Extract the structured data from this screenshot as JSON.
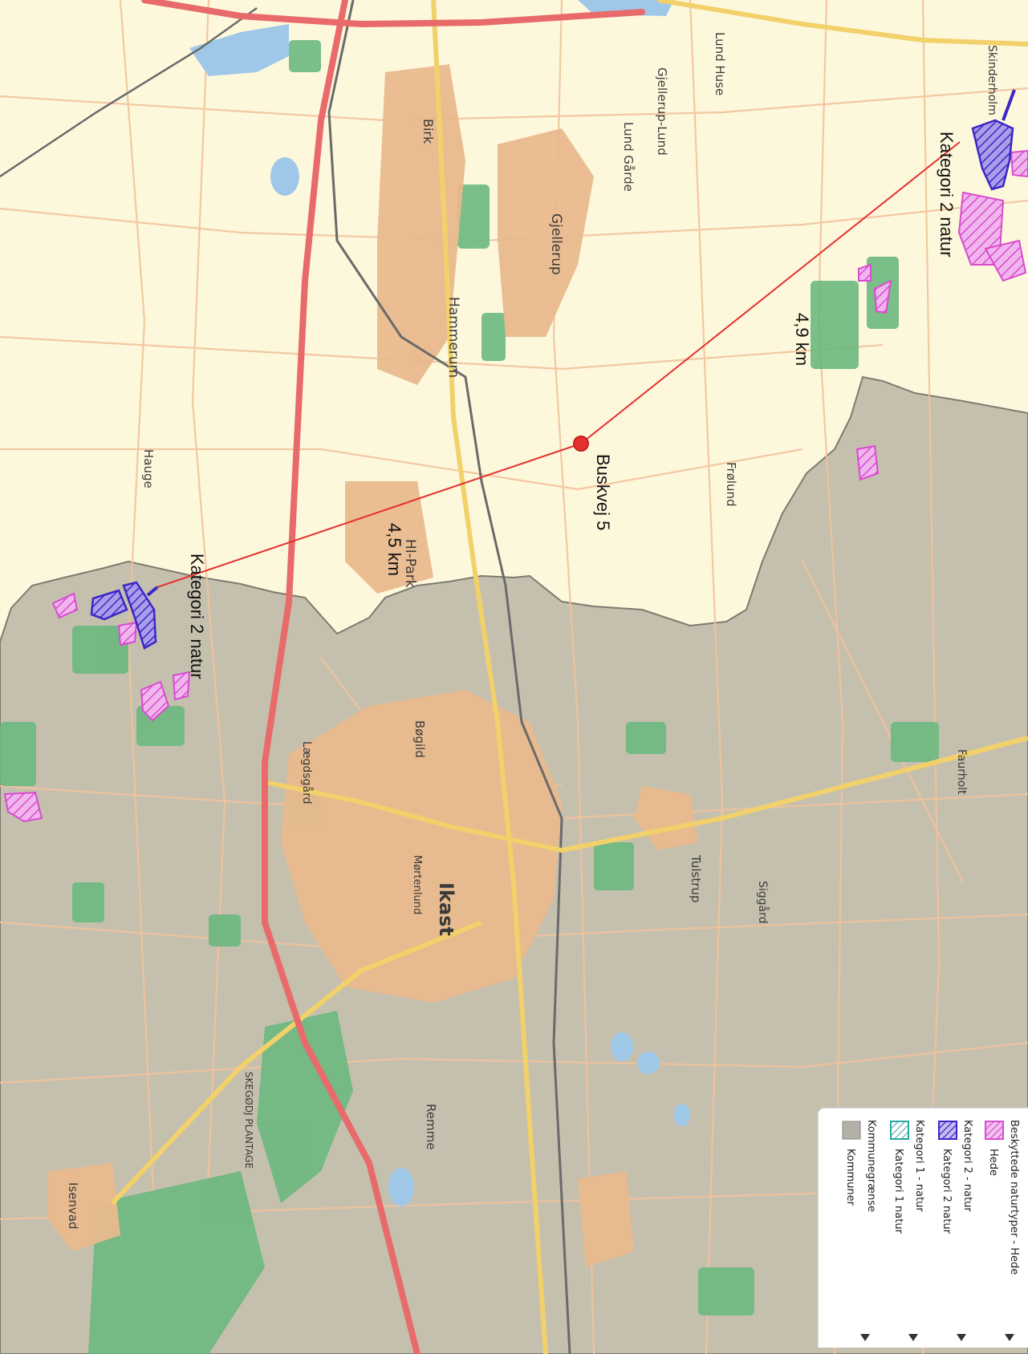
{
  "map": {
    "colors": {
      "land_north": "#fdf8dc",
      "land_south": "#c9c2ad",
      "municipality_fill": "#bdb8a6",
      "urban": "#e9b98d",
      "forest": "#69b57d",
      "road_minor": "#f3c8a2",
      "motorway": "#e86a6a",
      "main_road": "#f2d16b",
      "rail": "#666666",
      "water": "#9fc8e8",
      "heath_pink": "#d94bd0",
      "cat2_purple": "#3b26c6",
      "marker": "#e53030",
      "measure_line": "#e53030"
    },
    "marker_label": "Buskvej 5",
    "measurements": [
      {
        "id": "west",
        "distance": "4,5 km",
        "target_label": "Kategori 2 natur"
      },
      {
        "id": "northeast",
        "distance": "4,9 km",
        "target_label": "Kategori 2 natur"
      }
    ],
    "places": {
      "lund_huse": "Lund Huse",
      "gjellerup_lund": "Gjellerup-Lund",
      "lund_garde": "Lund Gårde",
      "birk": "Birk",
      "gjellerup": "Gjellerup",
      "hammerum": "Hammerum",
      "skinderholm": "Skinderholm",
      "hauge": "Hauge",
      "frolund": "Frølund",
      "hi_park": "HI-Park",
      "bogild": "Bøgild",
      "laegdsgaard": "Lægdsgård",
      "ikast": "Ikast",
      "martenlund": "Mørtenlund",
      "tulstrup": "Tulstrup",
      "siggaard": "Siggård",
      "faurholt": "Faurholt",
      "remme": "Remme",
      "skegod_plantage": "SKEGØDJ PLANTAGE",
      "isenvad": "Isenvad"
    }
  },
  "legend": {
    "groups": [
      {
        "title": "Beskyttede naturtyper - Hede",
        "item": "Hede",
        "swatch": "hede"
      },
      {
        "title": "Kategori 2 - natur",
        "item": "Kategori 2 natur",
        "swatch": "kat2"
      },
      {
        "title": "Kategori 1 - natur",
        "item": "Kategori 1 natur",
        "swatch": "kat1"
      },
      {
        "title": "Kommunegrænse",
        "item": "Kommuner",
        "swatch": "kommune"
      }
    ],
    "expand_icon": "triangle-icon"
  }
}
